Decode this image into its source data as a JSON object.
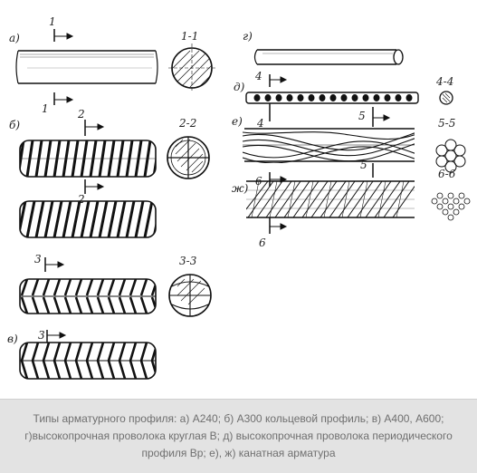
{
  "figure": {
    "letters": {
      "a": "а)",
      "b": "б)",
      "v": "в)",
      "g": "г)",
      "d": "д)",
      "e": "е)",
      "zh": "ж)"
    },
    "section_titles": {
      "s11": "1-1",
      "s22": "2-2",
      "s33": "3-3",
      "s44": "4-4",
      "s55": "5-5",
      "s66": "6-6"
    },
    "cut_numbers": {
      "one": "1",
      "two": "2",
      "three": "3",
      "four": "4",
      "five": "5",
      "six": "6"
    }
  },
  "caption": {
    "text": "Типы арматурного профиля: а) А240; б) А300 кольцевой профиль; в) А400, А600; г)высокопрочная проволока круглая В; д) высокопрочная проволока периодического профиля Вр; е), ж) канатная арматура"
  }
}
